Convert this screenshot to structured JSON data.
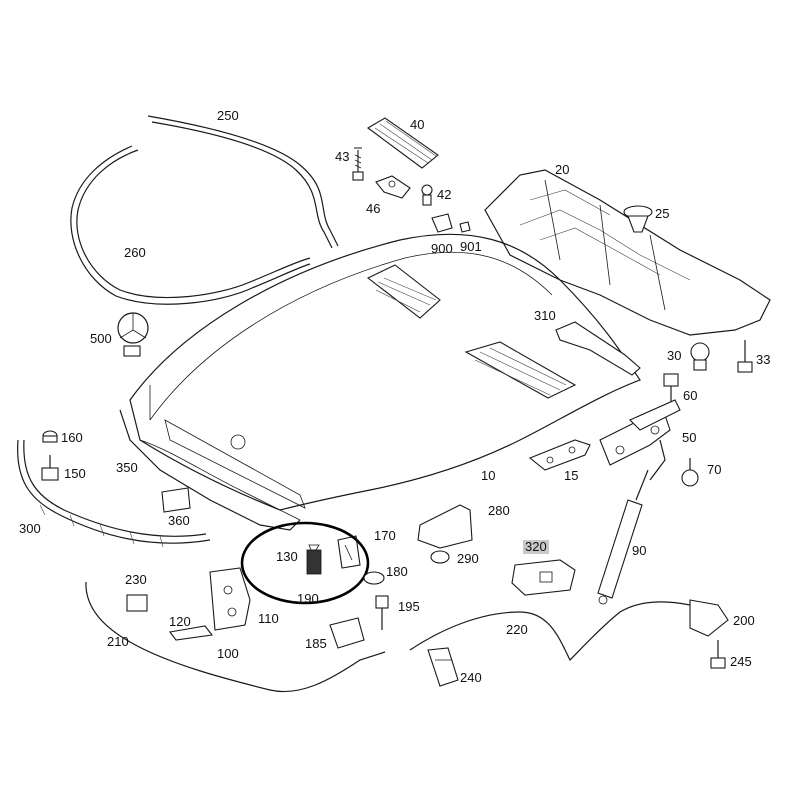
{
  "labels": {
    "p10": "10",
    "p15": "15",
    "p20": "20",
    "p25": "25",
    "p30": "30",
    "p33": "33",
    "p40": "40",
    "p42": "42",
    "p43": "43",
    "p46": "46",
    "p50": "50",
    "p60": "60",
    "p70": "70",
    "p90": "90",
    "p100": "100",
    "p110": "110",
    "p120": "120",
    "p130": "130",
    "p150": "150",
    "p160": "160",
    "p170": "170",
    "p180": "180",
    "p185": "185",
    "p190": "190",
    "p195": "195",
    "p200": "200",
    "p210": "210",
    "p220": "220",
    "p230": "230",
    "p240": "240",
    "p245": "245",
    "p250": "250",
    "p260": "260",
    "p280": "280",
    "p290": "290",
    "p300": "300",
    "p310": "310",
    "p320": "320",
    "p350": "350",
    "p360": "360",
    "p500": "500",
    "p900": "900",
    "p901": "901"
  },
  "colors": {
    "line": "#1a1a1a",
    "highlight": "#c9c9c9",
    "circle": "#000000"
  }
}
